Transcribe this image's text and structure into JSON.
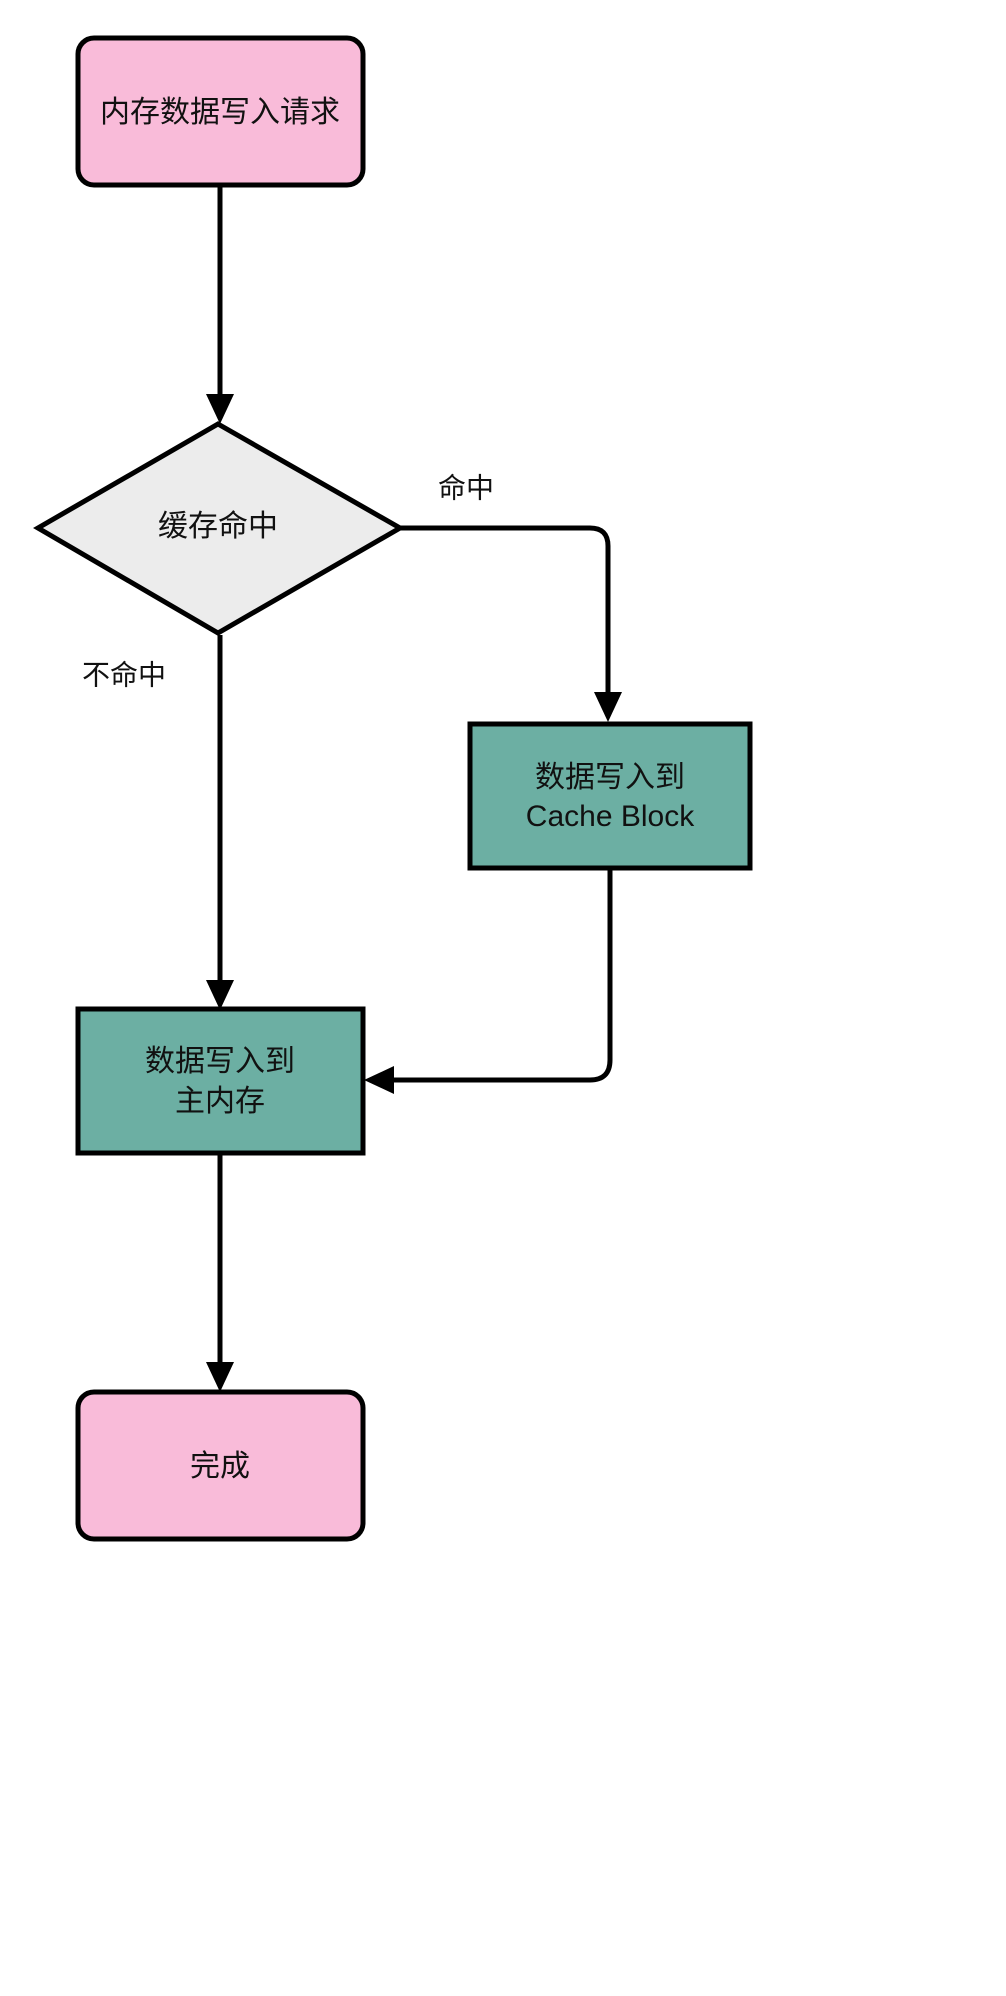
{
  "diagram": {
    "title": "",
    "type": "flowchart",
    "orientation": "top-to-bottom",
    "colors": {
      "start_fill": "#F9BBD9",
      "start_stroke": "#000000",
      "process_fill": "#6CAFA3",
      "process_stroke": "#000000",
      "decision_fill": "#ECECEC",
      "decision_stroke": "#000000",
      "edge_stroke": "#000000",
      "text": "#111111",
      "background": "#FFFFFF"
    },
    "nodes": [
      {
        "id": "start",
        "shape": "rounded-rect",
        "label": "内存数据写入请求",
        "lines": [
          "内存数据写入请求"
        ],
        "fill": "#F9BBD9"
      },
      {
        "id": "decision",
        "shape": "diamond",
        "label": "缓存命中",
        "lines": [
          "缓存命中"
        ],
        "fill": "#ECECEC"
      },
      {
        "id": "write-cache",
        "shape": "rect",
        "label": "数据写入到 Cache Block",
        "lines": [
          "数据写入到",
          "Cache Block"
        ],
        "fill": "#6CAFA3"
      },
      {
        "id": "write-memory",
        "shape": "rect",
        "label": "数据写入到 主内存",
        "lines": [
          "数据写入到",
          "主内存"
        ],
        "fill": "#6CAFA3"
      },
      {
        "id": "end",
        "shape": "rounded-rect",
        "label": "完成",
        "lines": [
          "完成"
        ],
        "fill": "#F9BBD9"
      }
    ],
    "edges": [
      {
        "id": "e1",
        "from": "start",
        "to": "decision",
        "label": ""
      },
      {
        "id": "e2",
        "from": "decision",
        "to": "write-cache",
        "label": "命中"
      },
      {
        "id": "e3",
        "from": "decision",
        "to": "write-memory",
        "label": "不命中"
      },
      {
        "id": "e4",
        "from": "write-cache",
        "to": "write-memory",
        "label": ""
      },
      {
        "id": "e5",
        "from": "write-memory",
        "to": "end",
        "label": ""
      }
    ],
    "edge_labels": {
      "hit": "命中",
      "miss": "不命中"
    }
  }
}
